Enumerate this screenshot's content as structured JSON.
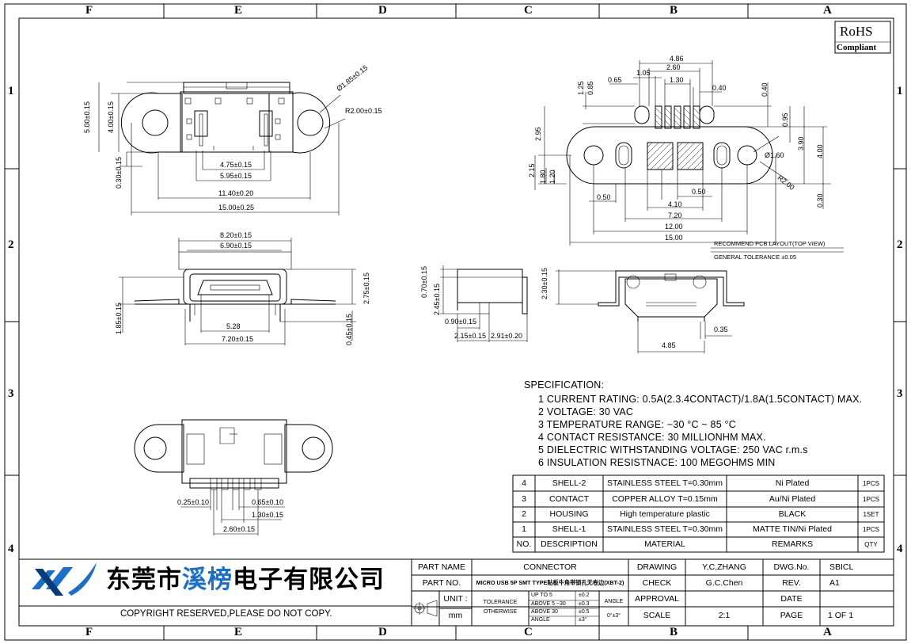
{
  "zones": {
    "columns": [
      "F",
      "E",
      "D",
      "C",
      "B",
      "A"
    ],
    "rows": [
      "1",
      "2",
      "3",
      "4"
    ]
  },
  "rohs": {
    "line1": "RoHS",
    "line2": "Compliant"
  },
  "dims": {
    "front_top": {
      "d_185": "Ø1.85±0.15",
      "r_200": "R2.00±0.15",
      "h_500": "5.00±0.15",
      "h_400": "4.00±0.15",
      "h_030": "0.30±0.15",
      "w_475": "4.75±0.15",
      "w_595": "5.95±0.15",
      "w_1140": "11.40±0.20",
      "w_1500": "15.00±0.25"
    },
    "front_mid": {
      "w_820": "8.20±0.15",
      "w_690": "6.90±0.15",
      "w_528": "5.28",
      "w_720": "7.20±0.15",
      "h_185": "1.85±0.15",
      "h_275": "2.75±0.15",
      "h_045": "0.45±0.15"
    },
    "side": {
      "h_070": "0.70±0.15",
      "h_245": "2.45±0.15",
      "w_090": "0.90±0.15",
      "w_215": "2.15±0.15",
      "w_291": "2.91±0.20"
    },
    "rear": {
      "h_230": "2.30±0.15",
      "w_035": "0.35",
      "w_485": "4.85"
    },
    "bottom": {
      "w_025": "0.25±0.10",
      "w_065": "0.65±0.10",
      "w_130": "1.30±0.15",
      "w_260": "2.60±0.15"
    },
    "pcb": {
      "w_486": "4.86",
      "w_260": "2.60",
      "w_105": "1.05",
      "w_065": "0.65",
      "w_130": "1.30",
      "w_040": "0.40",
      "h_125": "1.25",
      "h_085": "0.85",
      "v_040": "0.40",
      "h_295": "2.95",
      "v_095": "0.95",
      "v_390": "3.90",
      "v_400": "4.00",
      "d_160": "Ø1.60",
      "r_200": "R2.00",
      "h_215": "2.15",
      "h_180": "1.80",
      "h_120": "1.20",
      "w_050a": "0.50",
      "w_050b": "0.50",
      "w_410": "4.10",
      "w_720": "7.20",
      "w_1200": "12.00",
      "w_1500": "15.00",
      "v_030": "0.30",
      "title": "RECOMMEND PCB LAYOUT(TOP VIEW)",
      "tolerance": "GENERAL TOLERANCE ±0.05"
    }
  },
  "specification": {
    "title": "SPECIFICATION:",
    "items": [
      "1  CURRENT  RATING:  0.5A(2.3.4CONTACT)/1.8A(1.5CONTACT)  MAX.",
      "2  VOLTAGE:  30  VAC",
      "3  TEMPERATURE  RANGE:  −30 °C  ~  85 °C",
      "4  CONTACT  RESISTANCE:  30  MILLIONHM  MAX.",
      "5  DIELECTRIC  WITHSTANDING  VOLTAGE:  250  VAC  r.m.s",
      "6  INSULATION  RESISTNACE:  100  MEGOHMS  MIN"
    ]
  },
  "bom": {
    "rows": [
      {
        "no": "4",
        "desc": "SHELL-2",
        "material": "STAINLESS STEEL T=0.30mm",
        "remarks": "Ni Plated",
        "qty": "1PCS"
      },
      {
        "no": "3",
        "desc": "CONTACT",
        "material": "COPPER ALLOY T=0.15mm",
        "remarks": "Au/Ni Plated",
        "qty": "1PCS"
      },
      {
        "no": "2",
        "desc": "HOUSING",
        "material": "High temperature plastic",
        "remarks": "BLACK",
        "qty": "1SET"
      },
      {
        "no": "1",
        "desc": "SHELL-1",
        "material": "STAINLESS STEEL T=0.30mm",
        "remarks": "MATTE TIN/Ni Plated",
        "qty": "1PCS"
      }
    ],
    "header": {
      "no": "NO.",
      "desc": "DESCRIPTION",
      "material": "MATERIAL",
      "remarks": "REMARKS",
      "qty": "QTY"
    }
  },
  "title_block": {
    "company_a": "东莞市",
    "company_b": "溪榜",
    "company_c": "电子",
    "company_d": "有限公司",
    "copyright": "COPYRIGHT RESERVED,PLEASE DO NOT COPY.",
    "part_name_label": "PART NAME",
    "part_name": "CONNECTOR",
    "part_no_label": "PART NO.",
    "part_no": "MICRO USB 5P SMT TYPE贴板牛角带锁孔无卷边(XBT-2)",
    "unit_label": "UNIT :",
    "unit": "mm",
    "tol_label_1": "TOLERANCE",
    "tol_label_2": "OTHERWISE",
    "tol_r1": "UP TO 5",
    "tol_r1v": "±0.2",
    "tol_r2": "ABOVE 5 ~30",
    "tol_r2v": "±0.3",
    "tol_r3": "ABOVE 30",
    "tol_r3v": "±0.5",
    "tol_r4": "ANGLE",
    "tol_r4v": "±3°",
    "angle_label": "ANGLE",
    "angle_val": "0°±3°",
    "drawing_label": "DRAWING",
    "drawing": "Y,C,ZHANG",
    "check_label": "CHECK",
    "check": "G.C.Chen",
    "approval_label": "APPROVAL",
    "scale_label": "SCALE",
    "scale": "2:1",
    "dwg_label": "DWG.No.",
    "dwg": "SBICL",
    "rev_label": "REV.",
    "rev": "A1",
    "date_label": "DATE",
    "page_label": "PAGE",
    "page": "1 OF 1"
  }
}
